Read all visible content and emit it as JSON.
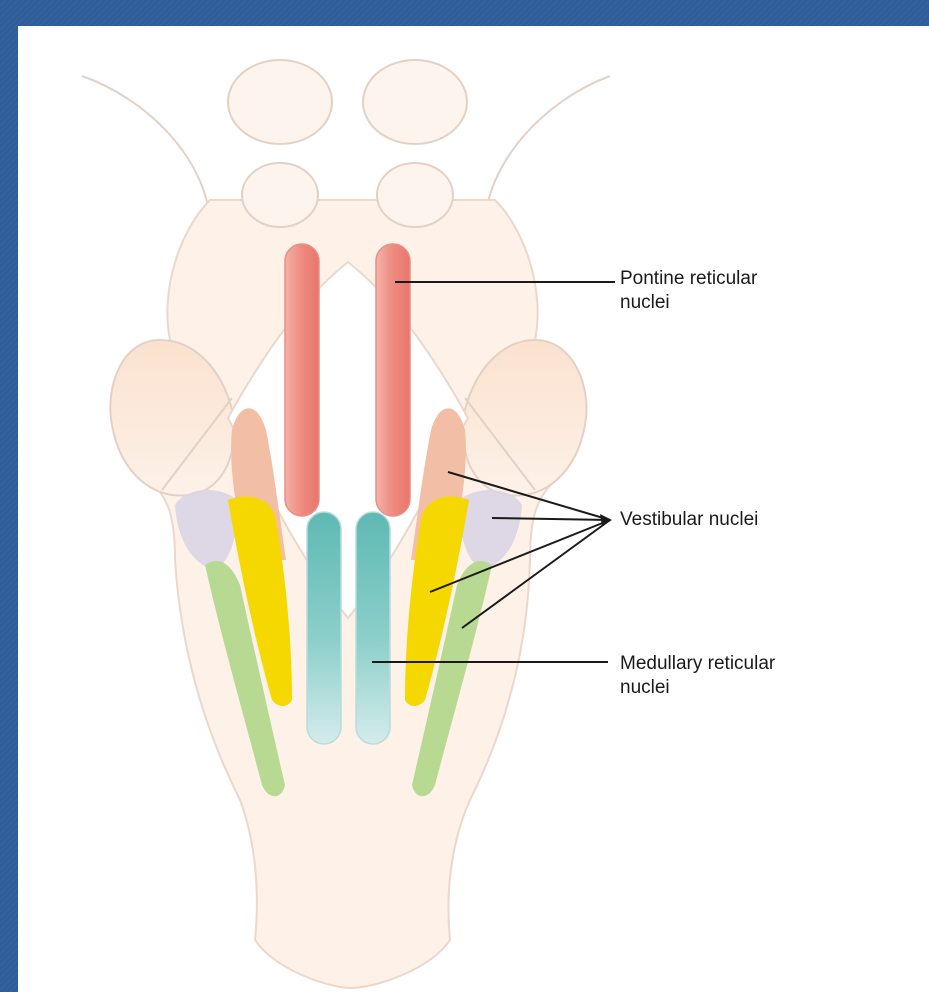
{
  "labels": {
    "pontine": "Pontine reticular\nnuclei",
    "vestibular": "Vestibular nuclei",
    "medullary": "Medullary reticular\nnuclei"
  },
  "colors": {
    "slide_background": "#2f5d99",
    "panel_background": "#ffffff",
    "brainstem_fill": "#fdf1e8",
    "outline": "#ead8cc",
    "pontine_reticular": "#ef8f86",
    "medullary_reticular": "#cfe8e8",
    "medullary_upper": "#79c6c2",
    "lateral_vestibular": "#f5d800",
    "medial_vestibular": "#f2bfa6",
    "inferior_vestibular": "#b8d992",
    "superior_vestibular": "#d9d4e6",
    "leader_line": "#1a1a1a"
  }
}
